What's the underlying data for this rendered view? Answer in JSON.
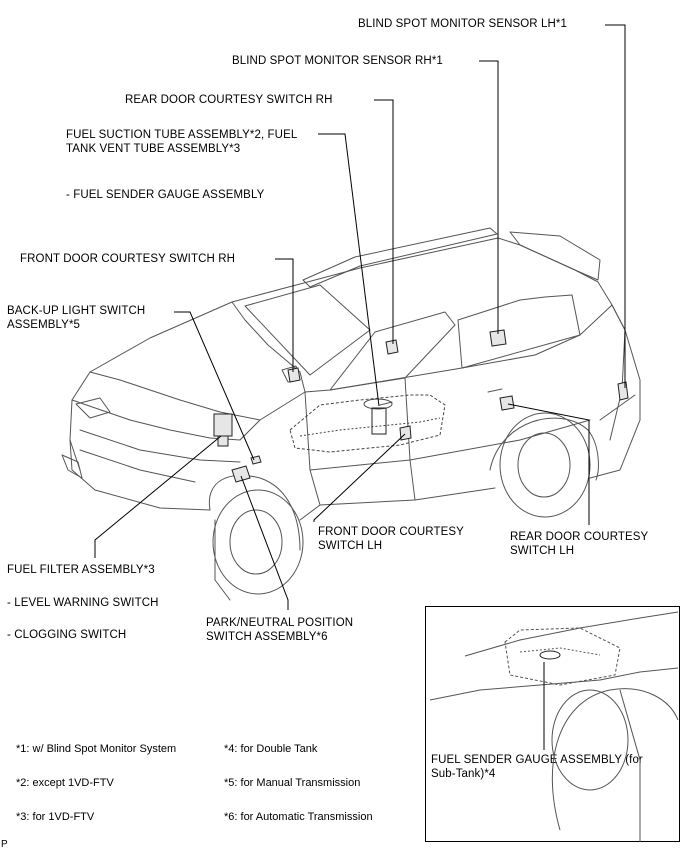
{
  "labels": {
    "bsm_lh": "BLIND SPOT MONITOR SENSOR LH*1",
    "bsm_rh": "BLIND SPOT MONITOR SENSOR RH*1",
    "rear_door_rh": "REAR DOOR COURTESY SWITCH RH",
    "fuel_suction": "FUEL SUCTION TUBE ASSEMBLY*2, FUEL\nTANK VENT TUBE ASSEMBLY*3",
    "fuel_sender": "- FUEL SENDER GAUGE ASSEMBLY",
    "front_door_rh": "FRONT DOOR COURTESY SWITCH RH",
    "backup_light": "BACK-UP LIGHT SWITCH\nASSEMBLY*5",
    "front_door_lh": "FRONT DOOR COURTESY\nSWITCH LH",
    "rear_door_lh": "REAR DOOR COURTESY\nSWITCH LH",
    "fuel_filter": "FUEL FILTER ASSEMBLY*3",
    "level_warning": "- LEVEL WARNING SWITCH",
    "clogging": "- CLOGGING SWITCH",
    "park_neutral": "PARK/NEUTRAL POSITION\nSWITCH ASSEMBLY*6",
    "sender_sub": "FUEL SENDER GAUGE ASSEMBLY (for\nSub-Tank)*4"
  },
  "notes": {
    "n1": "*1: w/ Blind Spot Monitor System",
    "n2": "*2: except 1VD-FTV",
    "n3": "*3: for 1VD-FTV",
    "n4": "*4: for Double Tank",
    "n5": "*5: for Manual Transmission",
    "n6": "*6: for Automatic Transmission"
  },
  "corner_mark": "P"
}
